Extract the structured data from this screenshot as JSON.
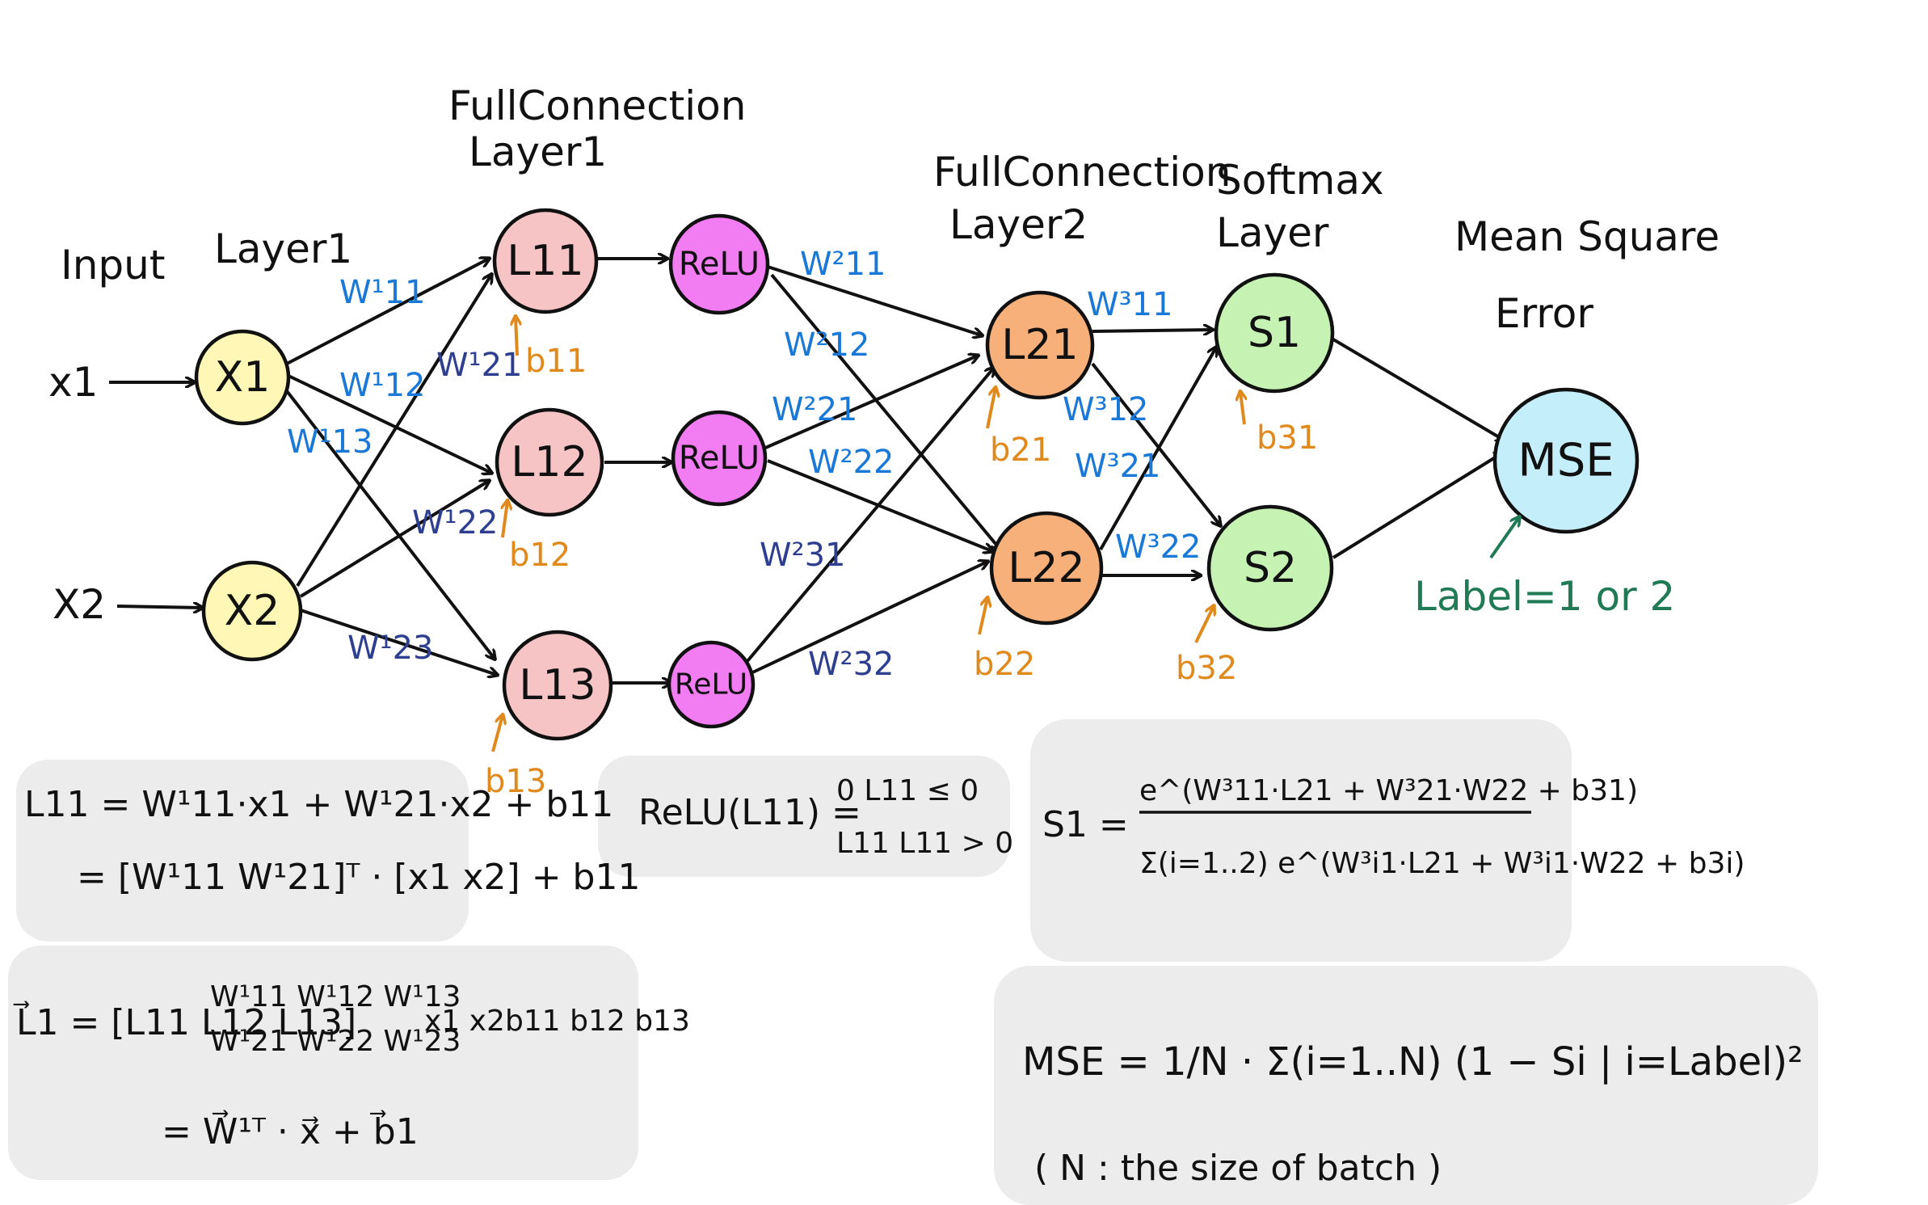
{
  "headers": {
    "input": "Input",
    "layer1": "Layer1",
    "fc1_line1": "FullConnection",
    "fc1_line2": "Layer1",
    "fc2_line1": "FullConnection",
    "fc2_line2": "Layer2",
    "softmax_line1": "Softmax",
    "softmax_line2": "Layer",
    "mse_line1": "Mean Square",
    "mse_line2": "Error"
  },
  "inputs": {
    "x1": "x1",
    "x2": "X2"
  },
  "nodes": {
    "x1": "X1",
    "x2": "X2",
    "l11": "L11",
    "l12": "L12",
    "l13": "L13",
    "relu1": "ReLU",
    "relu2": "ReLU",
    "relu3": "ReLU",
    "l21": "L21",
    "l22": "L22",
    "s1": "S1",
    "s2": "S2",
    "mse": "MSE"
  },
  "weights": {
    "w1_11": "W¹11",
    "w1_12": "W¹12",
    "w1_13": "W¹13",
    "w1_21": "W¹21",
    "w1_22": "W¹22",
    "w1_23": "W¹23",
    "w2_11": "W²11",
    "w2_12": "W²12",
    "w2_21": "W²21",
    "w2_22": "W²22",
    "w2_31": "W²31",
    "w2_32": "W²32",
    "w3_11": "W³11",
    "w3_12": "W³12",
    "w3_21": "W³21",
    "w3_22": "W³22"
  },
  "biases": {
    "b11": "b11",
    "b12": "b12",
    "b13": "b13",
    "b21": "b21",
    "b22": "b22",
    "b31": "b31",
    "b32": "b32"
  },
  "label_note": "Label=1 or 2",
  "formulas": {
    "l11_line1": "L11 = W¹11·x1 + W¹21·x2 + b11",
    "l11_line2": "= [W¹11 W¹21]ᵀ · [x1 x2] + b11",
    "vec_lhs": "L⃗1 = [L11 L12 L13]",
    "vec_w_row1": "W¹11  W¹12  W¹13",
    "vec_w_row2": "W¹21  W¹22  W¹23",
    "vec_x": "x1 x2",
    "vec_b": "b11 b12 b13",
    "vec_line3": "= W⃗¹ᵀ · x⃗ + b⃗1",
    "relu_lhs": "ReLU(L11) =",
    "relu_case1": "0     L11 ≤ 0",
    "relu_case2": "L11   L11 > 0",
    "softmax_lhs": "S1 =",
    "softmax_num": "e^(W³11·L21 + W³21·W22 + b31)",
    "softmax_den": "Σ(i=1..2) e^(W³i1·L21 + W³i1·W22 + b3i)",
    "mse_formula": "MSE = 1/N · Σ(i=1..N) (1 − Si | i=Label)²",
    "mse_note": "( N : the size of batch )"
  }
}
